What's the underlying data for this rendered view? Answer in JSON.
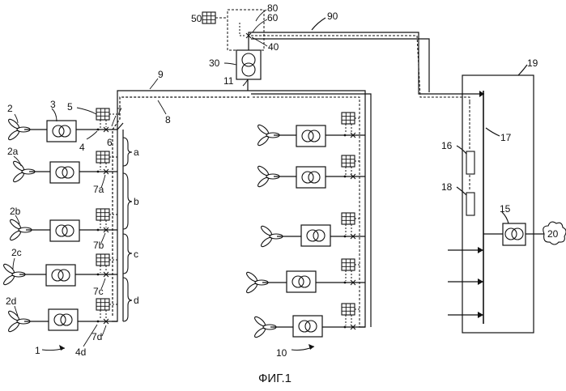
{
  "caption": "ФИГ.1",
  "colors": {
    "ink": "#111111",
    "background": "#ffffff"
  },
  "labels": {
    "l1": "1",
    "l2": "2",
    "l2a": "2a",
    "l2b": "2b",
    "l2c": "2c",
    "l2d": "2d",
    "l3": "3",
    "l4": "4",
    "l4d": "4d",
    "l5": "5",
    "l6": "6",
    "l7": "7",
    "l7a": "7a",
    "l7b": "7b",
    "l7c": "7c",
    "l7d": "7d",
    "l8": "8",
    "l9": "9",
    "l10": "10",
    "l11": "11",
    "l15": "15",
    "l16": "16",
    "l17": "17",
    "l18": "18",
    "l19": "19",
    "l20": "20",
    "l30": "30",
    "l40": "40",
    "l50": "50",
    "l60": "60",
    "l80": "80",
    "l90": "90",
    "la": "a",
    "lb": "b",
    "lc": "c",
    "ld": "d"
  },
  "icons": [
    "wind-turbine-icon",
    "transformer-icon",
    "breaker-icon",
    "controller-icon",
    "load-cloud-icon"
  ]
}
